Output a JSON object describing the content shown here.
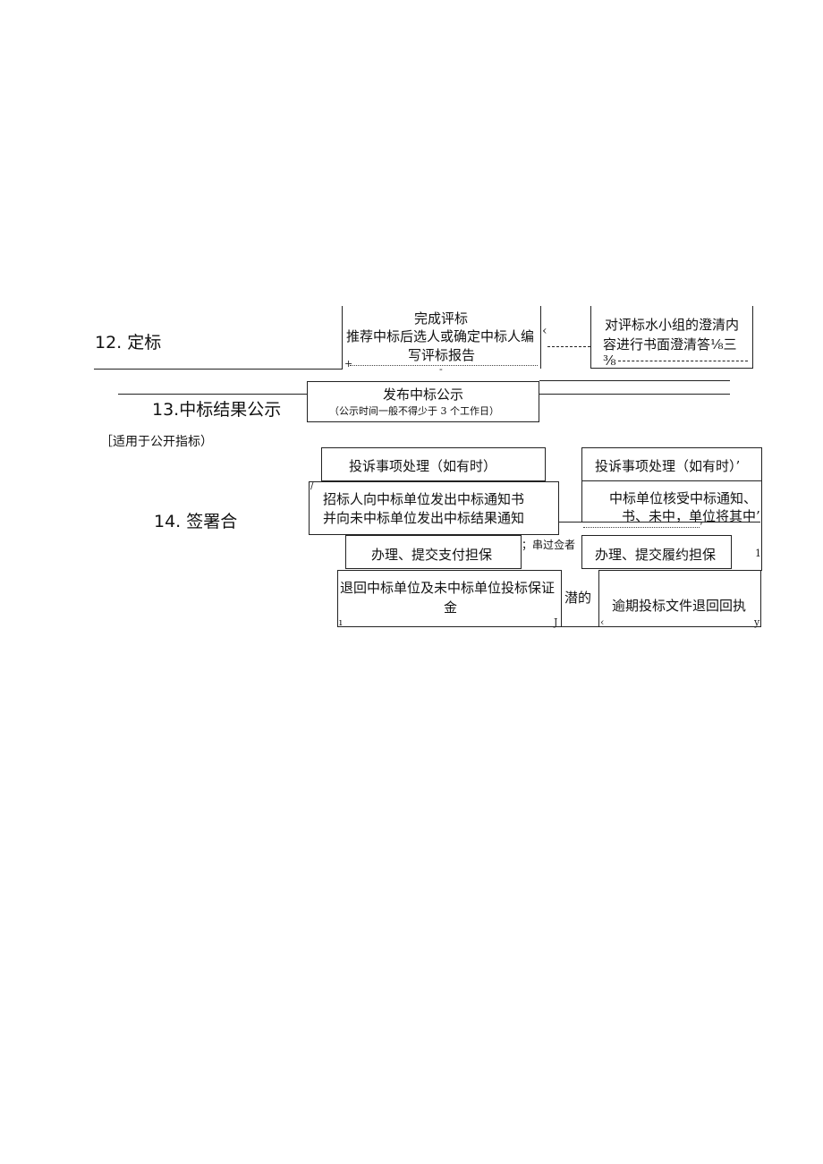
{
  "steps": {
    "s12": "12. 定标",
    "s13": "13.中标结果公示",
    "s13_note": "［适用于公开指标）",
    "s14": "14. 签署合"
  },
  "boxes": {
    "complete_eval": {
      "line1": "完成评标",
      "line2": "推荐中标后选人或确定中标人编",
      "line3": "写评标报告"
    },
    "clarify": {
      "line1": "对评标水小组的澄清内",
      "line2": "容进行书面澄清答⅛三",
      "line3": "⅜"
    },
    "publish": {
      "line1": "发布中标公示",
      "line2": "（公示时间一般不得少于 3 个工作日）"
    },
    "complaint_left": "投诉事项处理（如有时）",
    "complaint_right": "投诉事项处理（如有时）’",
    "notify_left": {
      "line1": "招标人向中标单位发出中标通知书",
      "line2": "并向未中标单位发出中标结果通知"
    },
    "notify_right": {
      "line1": "中标单位核受中标通知、",
      "line2": "书、未中，单位将其中’"
    },
    "payment_guarantee": "办理、提交支付担保",
    "mid_small": "；串过佥者",
    "performance_guarantee": "办理、提交履约担保",
    "refund_deposit": {
      "line1": "退回中标单位及未中标单位投标保证",
      "line2": "金"
    },
    "mid_small2": "潜的",
    "return_receipt": "逾期投标文件退回回执"
  },
  "marks": {
    "m1": "‹",
    "m2": "/",
    "m3": "1",
    "m4": "ı",
    "m5": "J",
    "m6": "‹",
    "m7": "y",
    "m8": "+",
    "m9": "-",
    "m10": "’"
  }
}
